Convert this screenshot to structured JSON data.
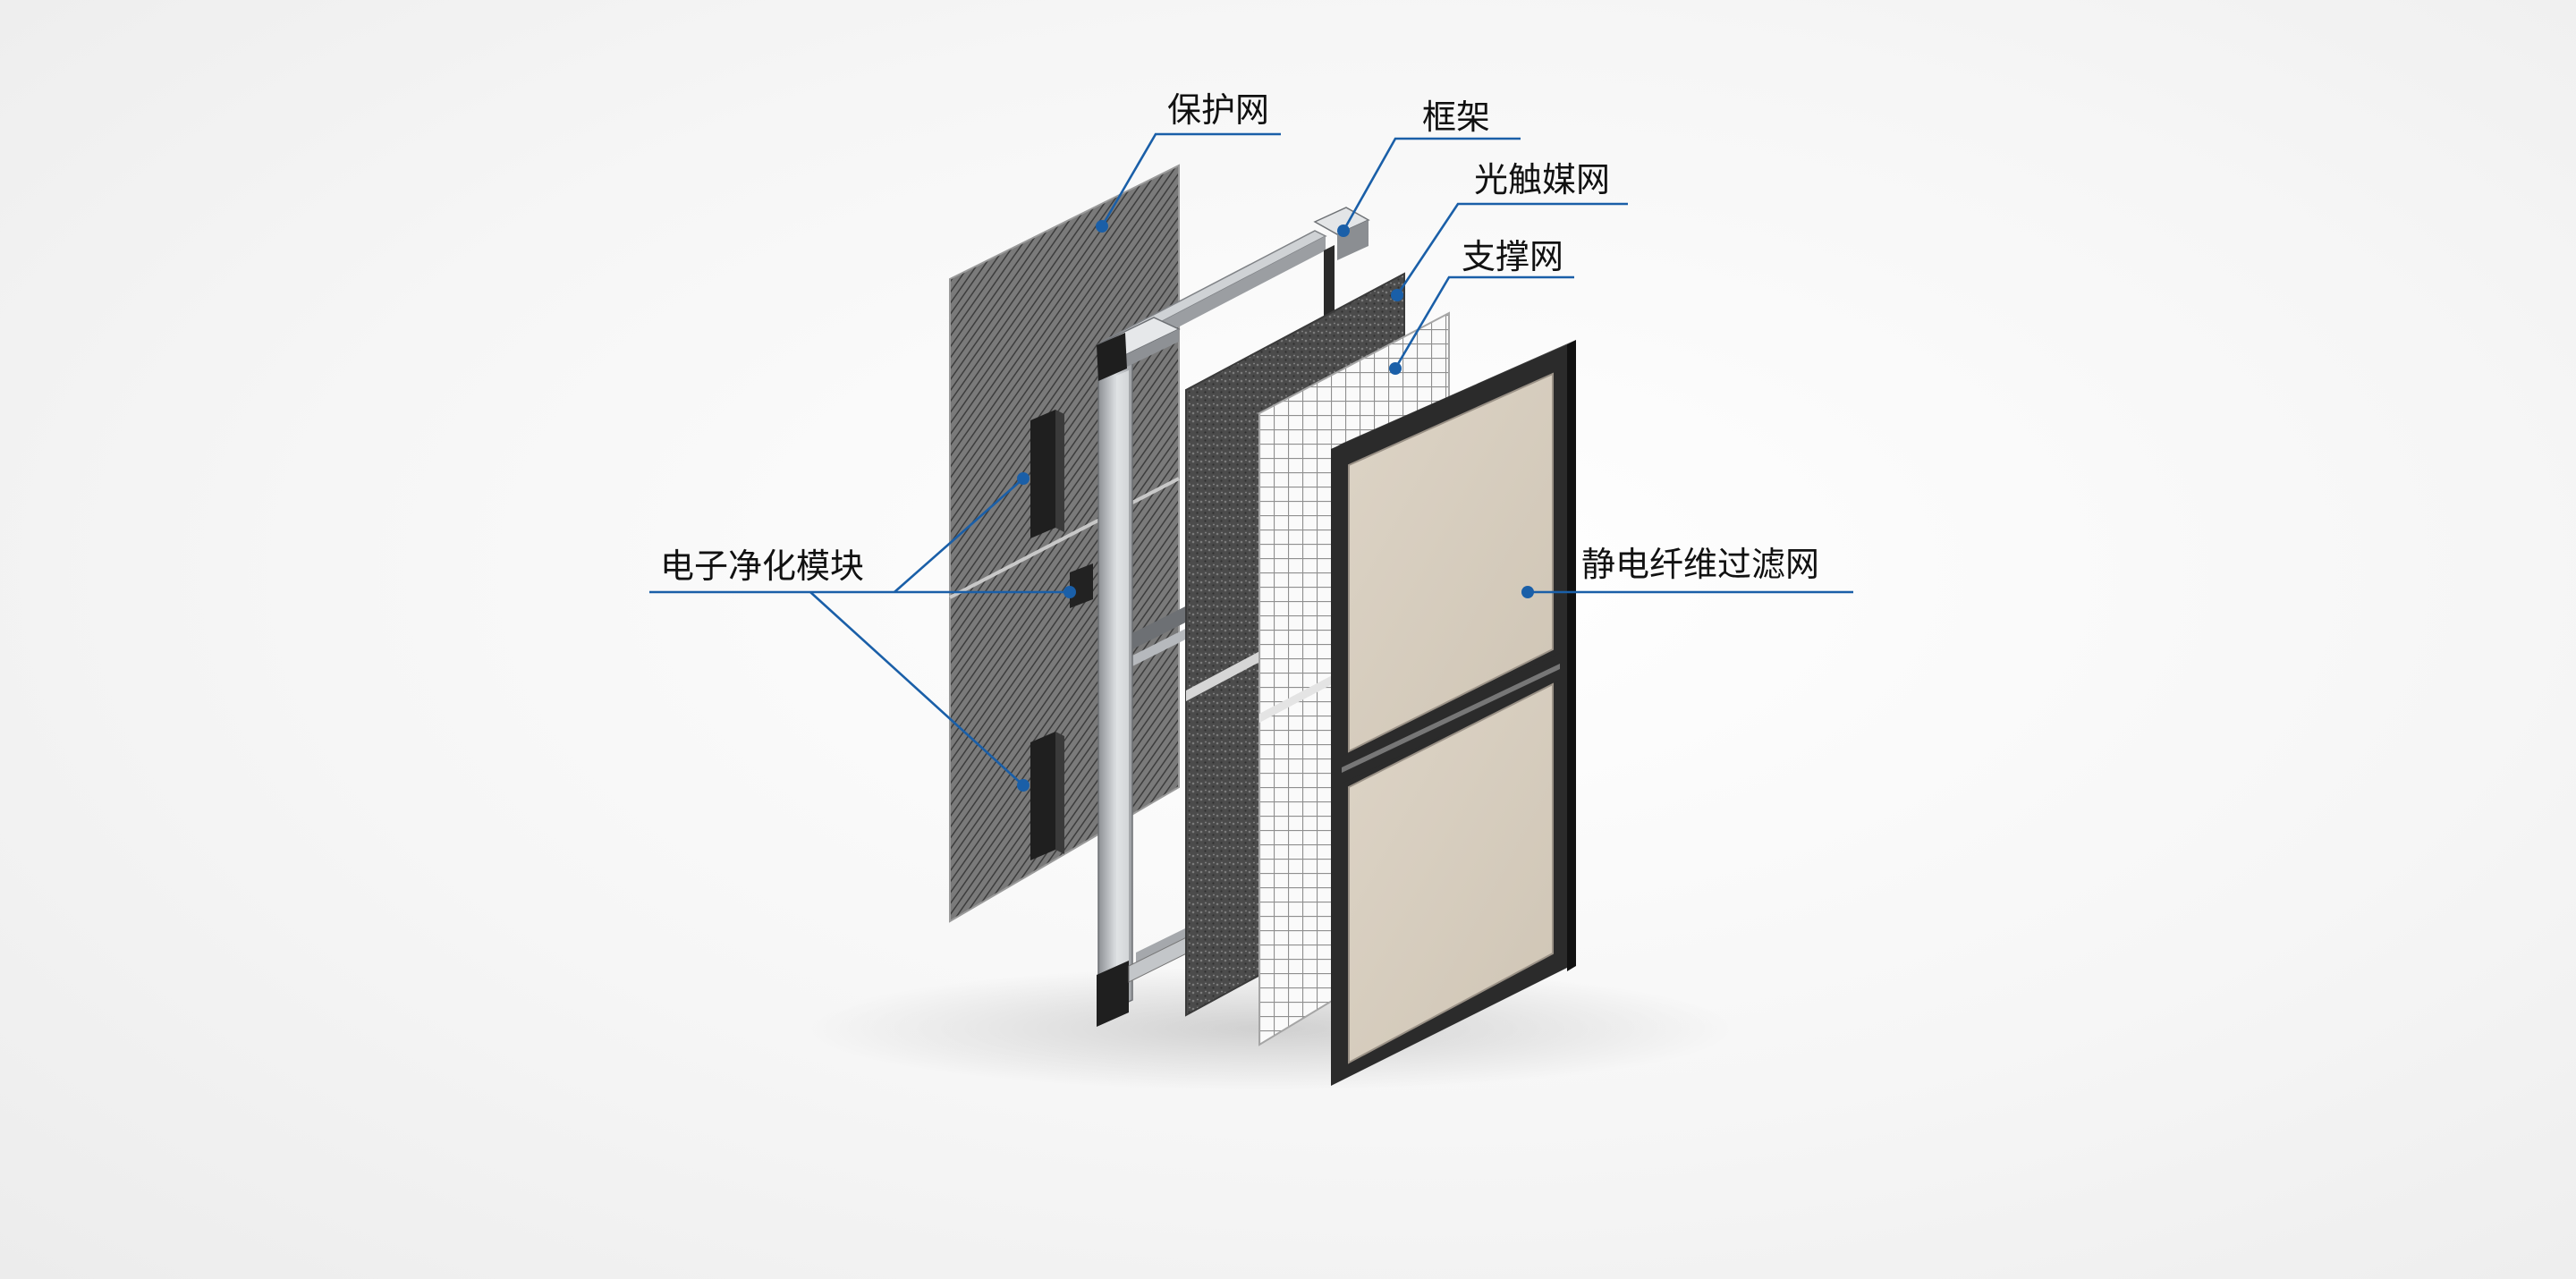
{
  "diagram": {
    "labels": {
      "protective_mesh": "保护网",
      "frame": "框架",
      "photocatalyst_mesh": "光触媒网",
      "support_mesh": "支撑网",
      "electronic_module": "电子净化模块",
      "electrostatic_filter": "静电纤维过滤网"
    },
    "colors": {
      "leader_line": "#1a5fa8",
      "mesh_dark": "#6f6f6f",
      "frame_metal": "#b9bcc0",
      "carbon_sheet": "#4a4a4a",
      "filter_face": "#d8cfc1",
      "filter_border": "#2b2b2b"
    }
  }
}
